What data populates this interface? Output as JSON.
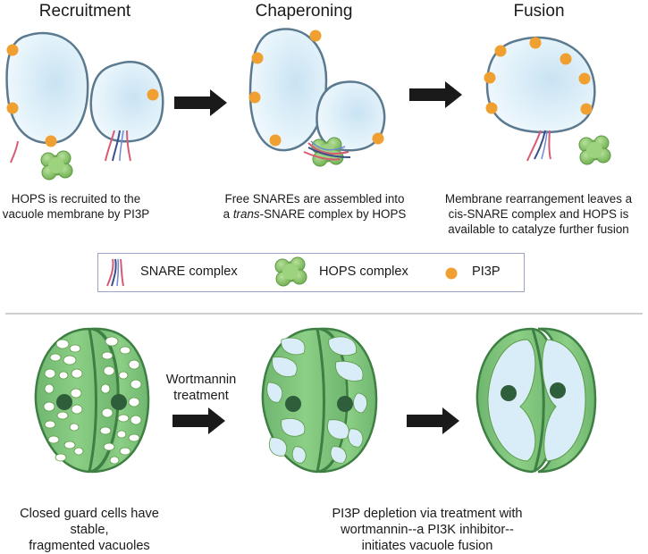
{
  "stages": [
    {
      "title": "Recruitment",
      "caption_lines": [
        "HOPS is recruited to the",
        "vacuole membrane by PI3P"
      ]
    },
    {
      "title": "Chaperoning",
      "caption_line1": "Free SNAREs are assembled into",
      "caption_line2_italic": "trans",
      "caption_line2_rest": "-SNARE complex by HOPS",
      "caption_line2_prefix": "a "
    },
    {
      "title": "Fusion",
      "caption_lines": [
        "Membrane rearrangement leaves a",
        "cis-SNARE complex and HOPS is",
        "available to catalyze further fusion"
      ]
    }
  ],
  "legend": {
    "snare": "SNARE complex",
    "hops": "HOPS complex",
    "pi3p": "PI3P"
  },
  "treatment_label_lines": [
    "Wortmannin",
    "treatment"
  ],
  "bottom_captions": {
    "left_lines": [
      "Closed guard cells have stable,",
      "fragmented vacuoles"
    ],
    "right_lines": [
      "PI3P depletion via treatment with",
      "wortmannin--a PI3K inhibitor--",
      "initiates vacuole fusion"
    ]
  },
  "colors": {
    "vacuole_fill": "#dbeef8",
    "vacuole_stroke": "#5b7a8f",
    "pi3p": "#f0a030",
    "hops": "#8cc56a",
    "guard_cell_fill": "#7cc27a",
    "guard_cell_stroke": "#3e7f43",
    "nucleus": "#2f5e3a",
    "arrow": "#1a1a1a"
  }
}
